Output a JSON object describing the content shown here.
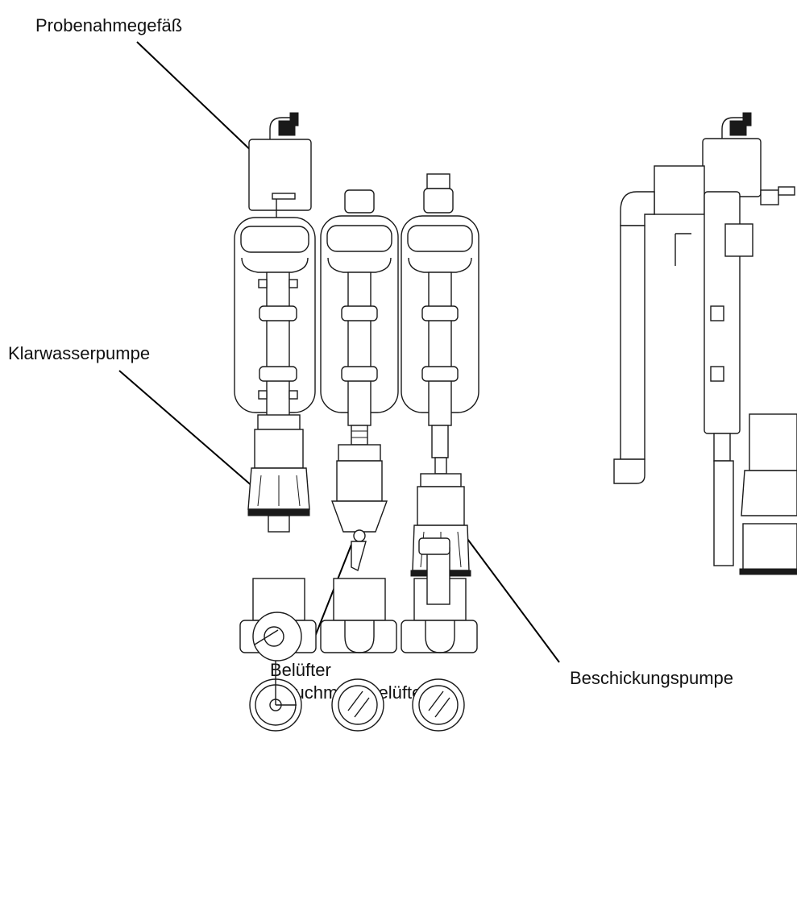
{
  "labels": {
    "sampling_vessel": "Probenahmegefäß",
    "clear_water_pump": "Klarwasserpumpe",
    "aerator_line1": "Belüfter",
    "aerator_line2": "(Tauchmotorbelüfter)",
    "feed_pump": "Beschickungspumpe"
  }
}
